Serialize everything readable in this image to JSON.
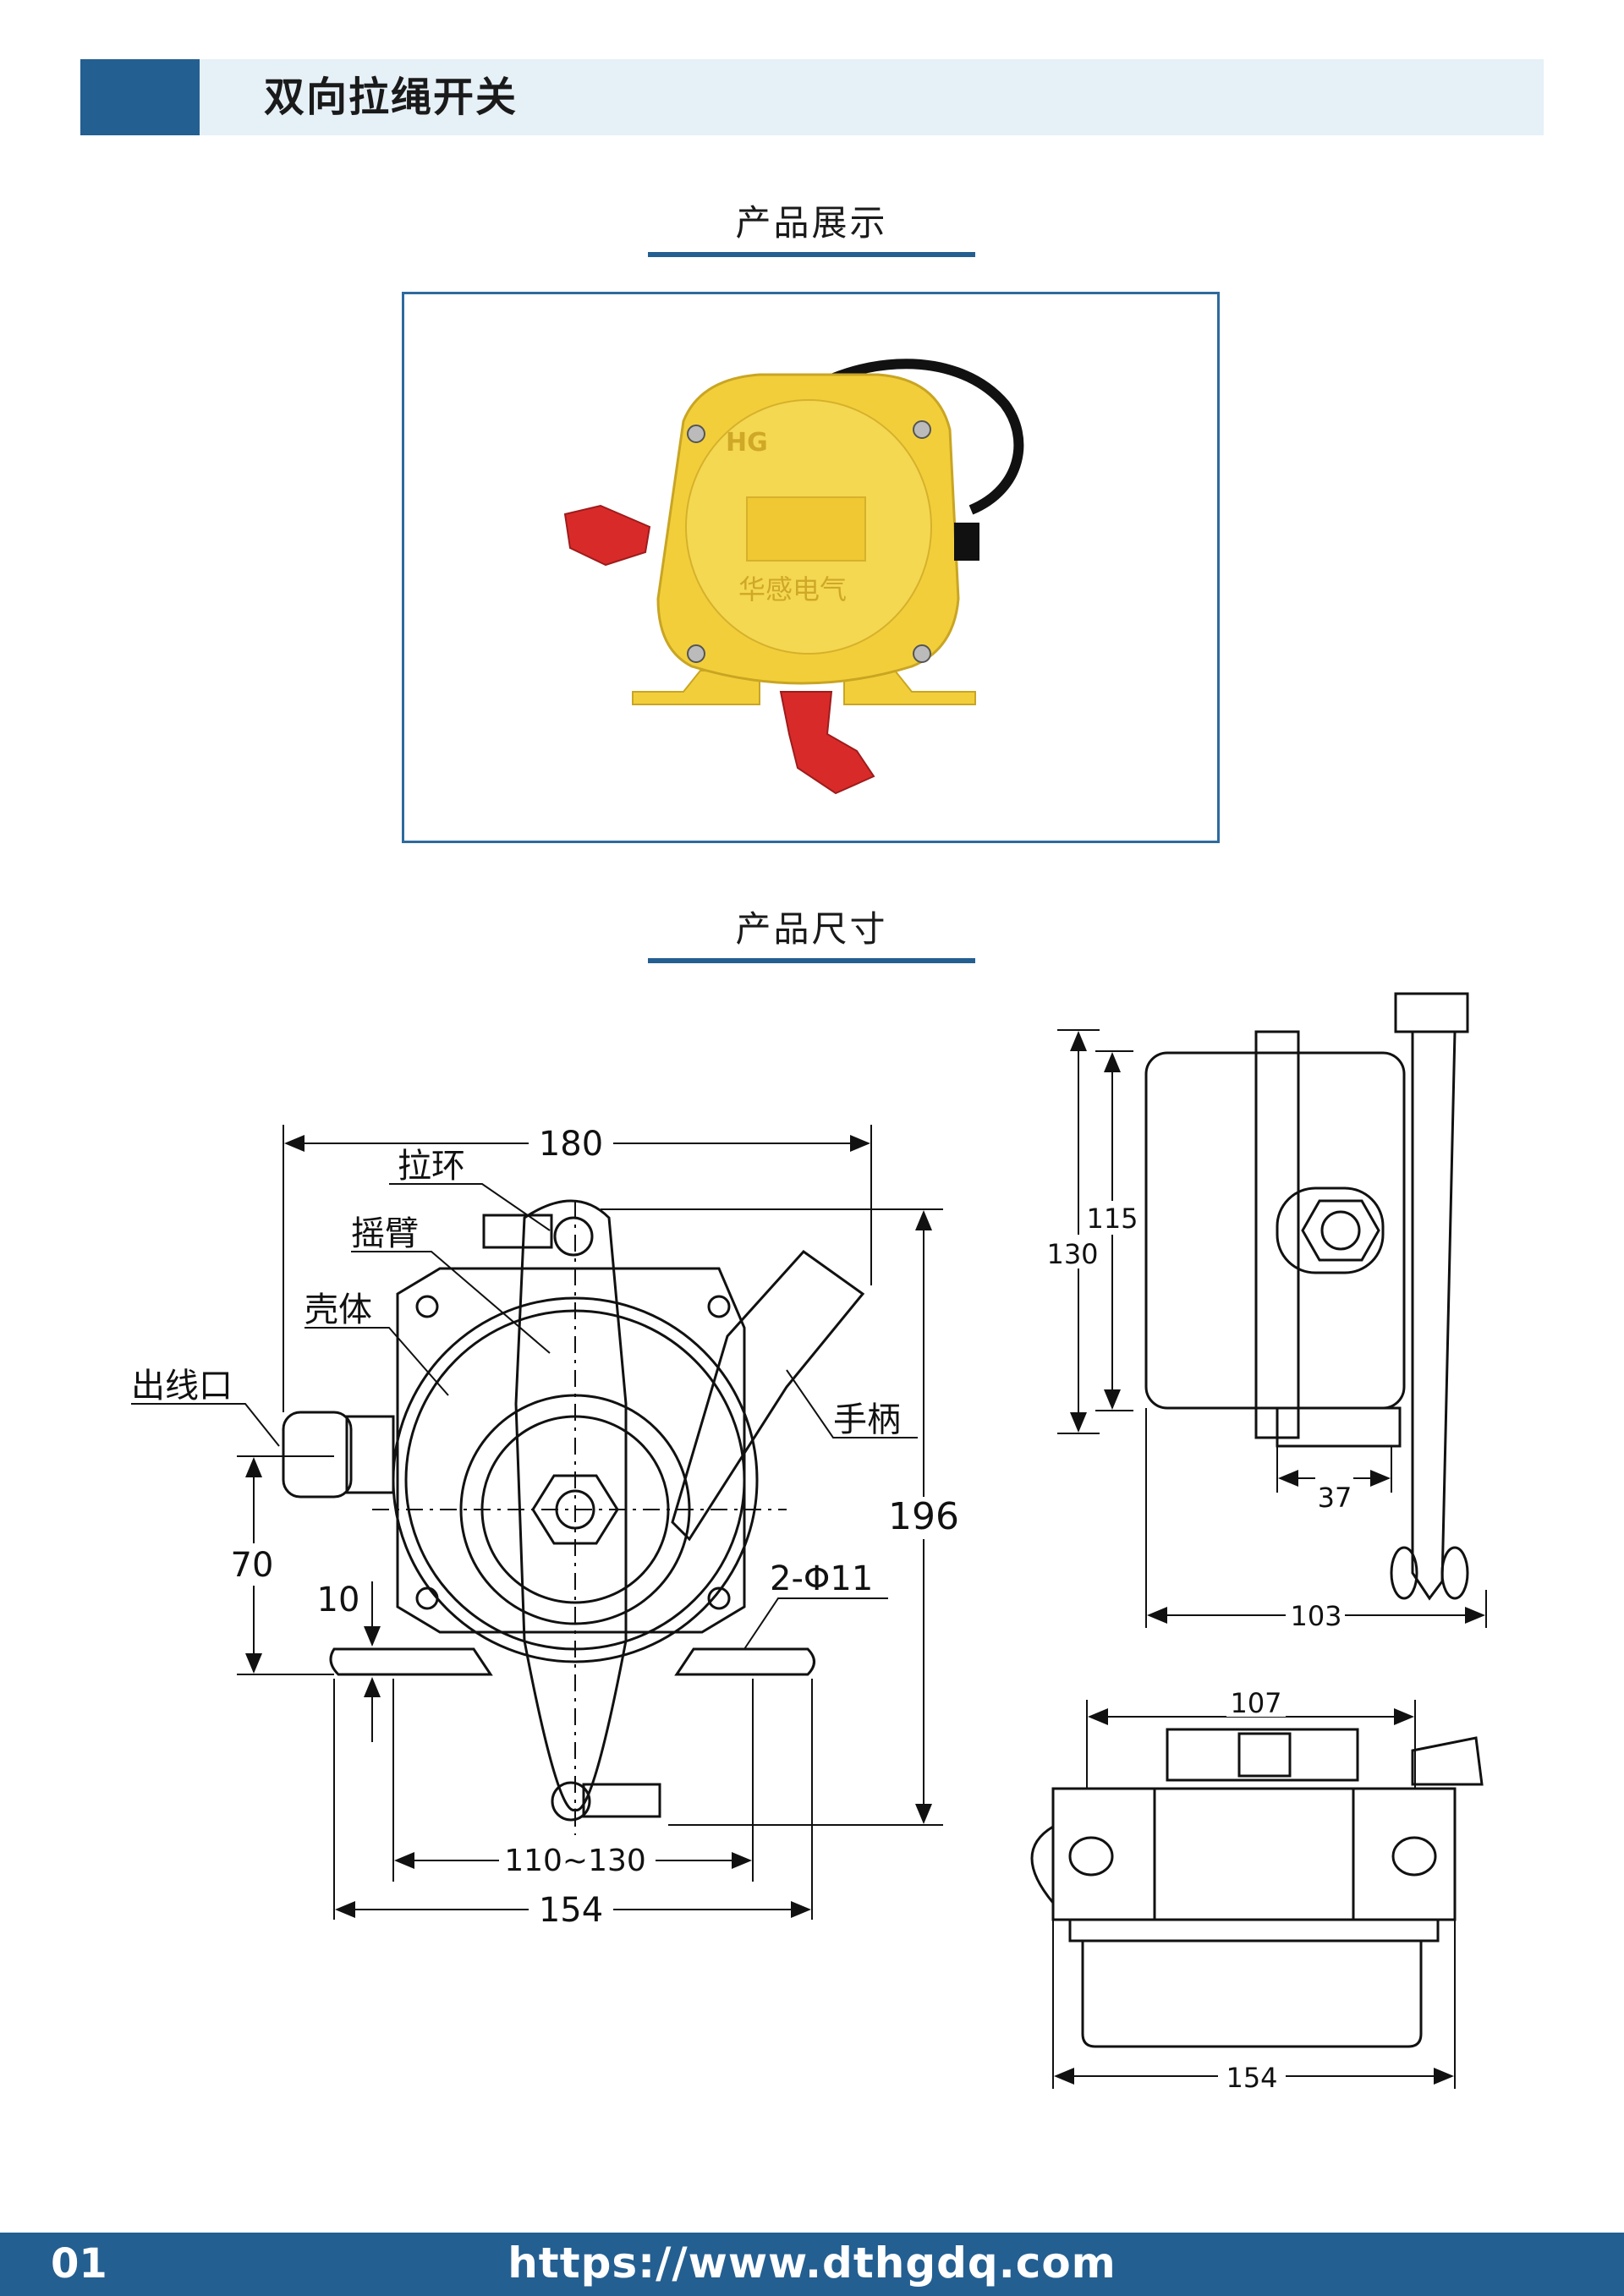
{
  "header": {
    "title": "双向拉绳开关"
  },
  "sections": {
    "display": {
      "title": "产品展示"
    },
    "dimensions": {
      "title": "产品尺寸"
    }
  },
  "photo": {
    "brand_text": "华感电气"
  },
  "drawing": {
    "front_view": {
      "dims": {
        "width_top": "180",
        "height": "196",
        "cable_height": "70",
        "foot_thickness": "10",
        "mount_spacing": "110~130",
        "base_width": "154",
        "holes": "2-Φ11"
      },
      "callouts": {
        "pull_ring": "拉环",
        "rocker_arm": "摇臂",
        "housing": "壳体",
        "cable_outlet": "出线口",
        "handle": "手柄"
      }
    },
    "side_view": {
      "dims": {
        "outer_height": "130",
        "inner_height": "115",
        "offset": "37",
        "depth": "103"
      }
    },
    "top_view": {
      "dims": {
        "top_width": "107",
        "bottom_width": "154"
      }
    }
  },
  "footer": {
    "page_number": "01",
    "url": "https://www.dthgdq.com"
  },
  "colors": {
    "accent": "#245f91",
    "header_bg": "#e5f0f7",
    "housing_yellow": "#f2cf3a",
    "handle_red": "#d92a2a"
  }
}
